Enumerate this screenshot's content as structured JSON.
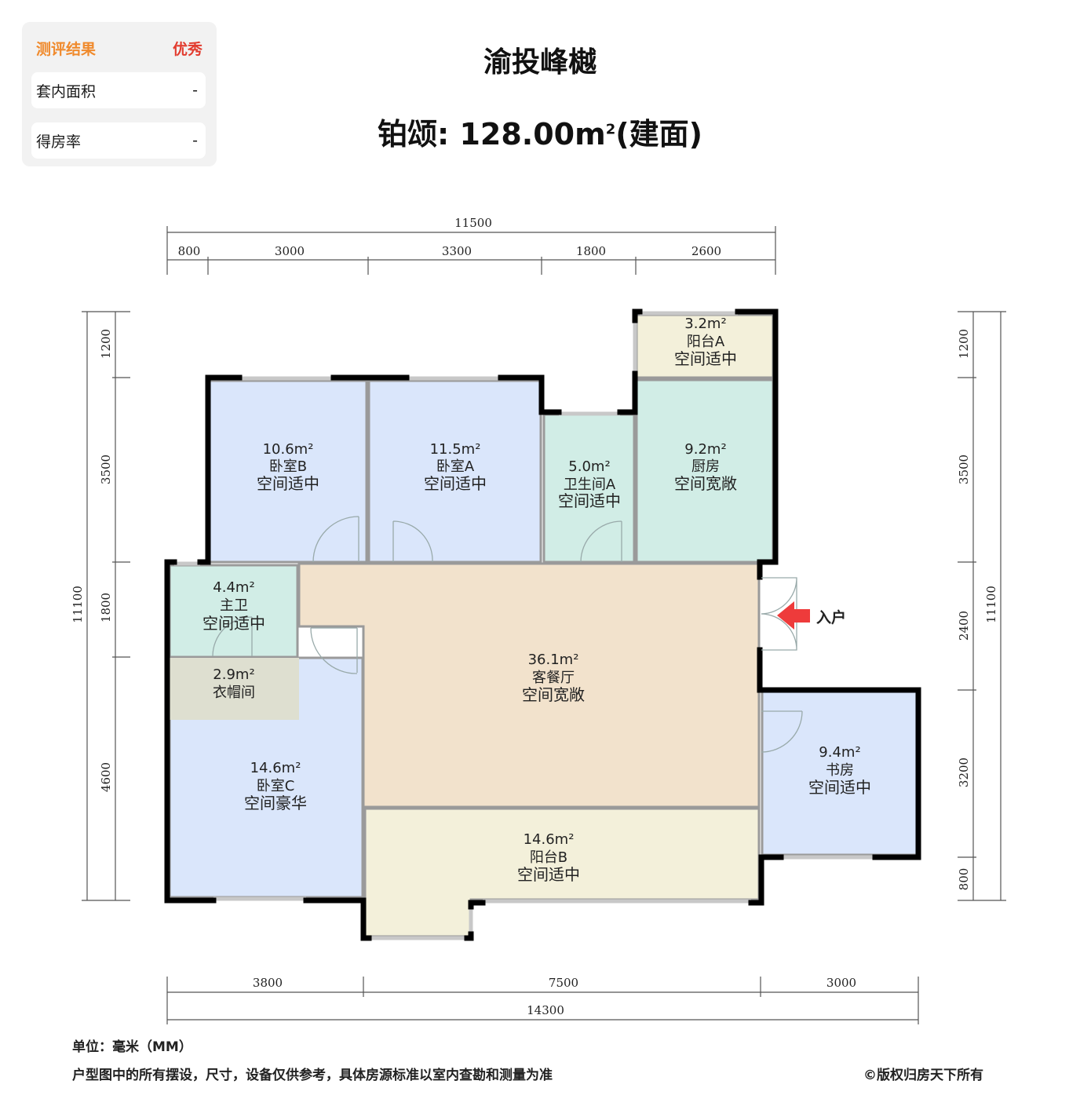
{
  "panel": {
    "result_label": "测评结果",
    "result_value": "优秀",
    "rows": [
      {
        "label": "套内面积",
        "value": "-"
      },
      {
        "label": "得房率",
        "value": "-"
      }
    ]
  },
  "header": {
    "project_name": "渝投峰樾",
    "unit_label": "铂颂: 128.00m",
    "unit_sup": "2",
    "unit_suffix": "(建面)"
  },
  "colors": {
    "bedroom": "#dae6fb",
    "wet": "#d1ede6",
    "living": "#f2e2cc",
    "balcony": "#f3f0da",
    "closet": "#dedfd0",
    "wall": "#000000",
    "entry_arrow": "#ee3b3b"
  },
  "rooms": [
    {
      "area": "10.6m²",
      "name": "卧室B",
      "desc": "空间适中"
    },
    {
      "area": "11.5m²",
      "name": "卧室A",
      "desc": "空间适中"
    },
    {
      "area": "5.0m²",
      "name": "卫生间A",
      "desc": "空间适中"
    },
    {
      "area": "9.2m²",
      "name": "厨房",
      "desc": "空间宽敞"
    },
    {
      "area": "3.2m²",
      "name": "阳台A",
      "desc": "空间适中"
    },
    {
      "area": "4.4m²",
      "name": "主卫",
      "desc": "空间适中"
    },
    {
      "area": "2.9m²",
      "name": "衣帽间",
      "desc": ""
    },
    {
      "area": "36.1m²",
      "name": "客餐厅",
      "desc": "空间宽敞"
    },
    {
      "area": "14.6m²",
      "name": "卧室C",
      "desc": "空间豪华"
    },
    {
      "area": "14.6m²",
      "name": "阳台B",
      "desc": "空间适中"
    },
    {
      "area": "9.4m²",
      "name": "书房",
      "desc": "空间适中"
    }
  ],
  "entry_label": "入户",
  "dimensions": {
    "top_total": "11500",
    "top": [
      "800",
      "3000",
      "3300",
      "1800",
      "2600"
    ],
    "bottom": [
      "3800",
      "7500",
      "3000"
    ],
    "bottom_total": "14300",
    "left": [
      "1200",
      "3500",
      "1800",
      "4600"
    ],
    "left_total": "11100",
    "right": [
      "1200",
      "3500",
      "2400",
      "3200",
      "800"
    ],
    "right_total": "11100"
  },
  "footer": {
    "unit_note": "单位：毫米（MM）",
    "disclaimer": "户型图中的所有摆设，尺寸，设备仅供参考，具体房源标准以室内查勘和测量为准",
    "copyright": "©版权归房天下所有"
  }
}
